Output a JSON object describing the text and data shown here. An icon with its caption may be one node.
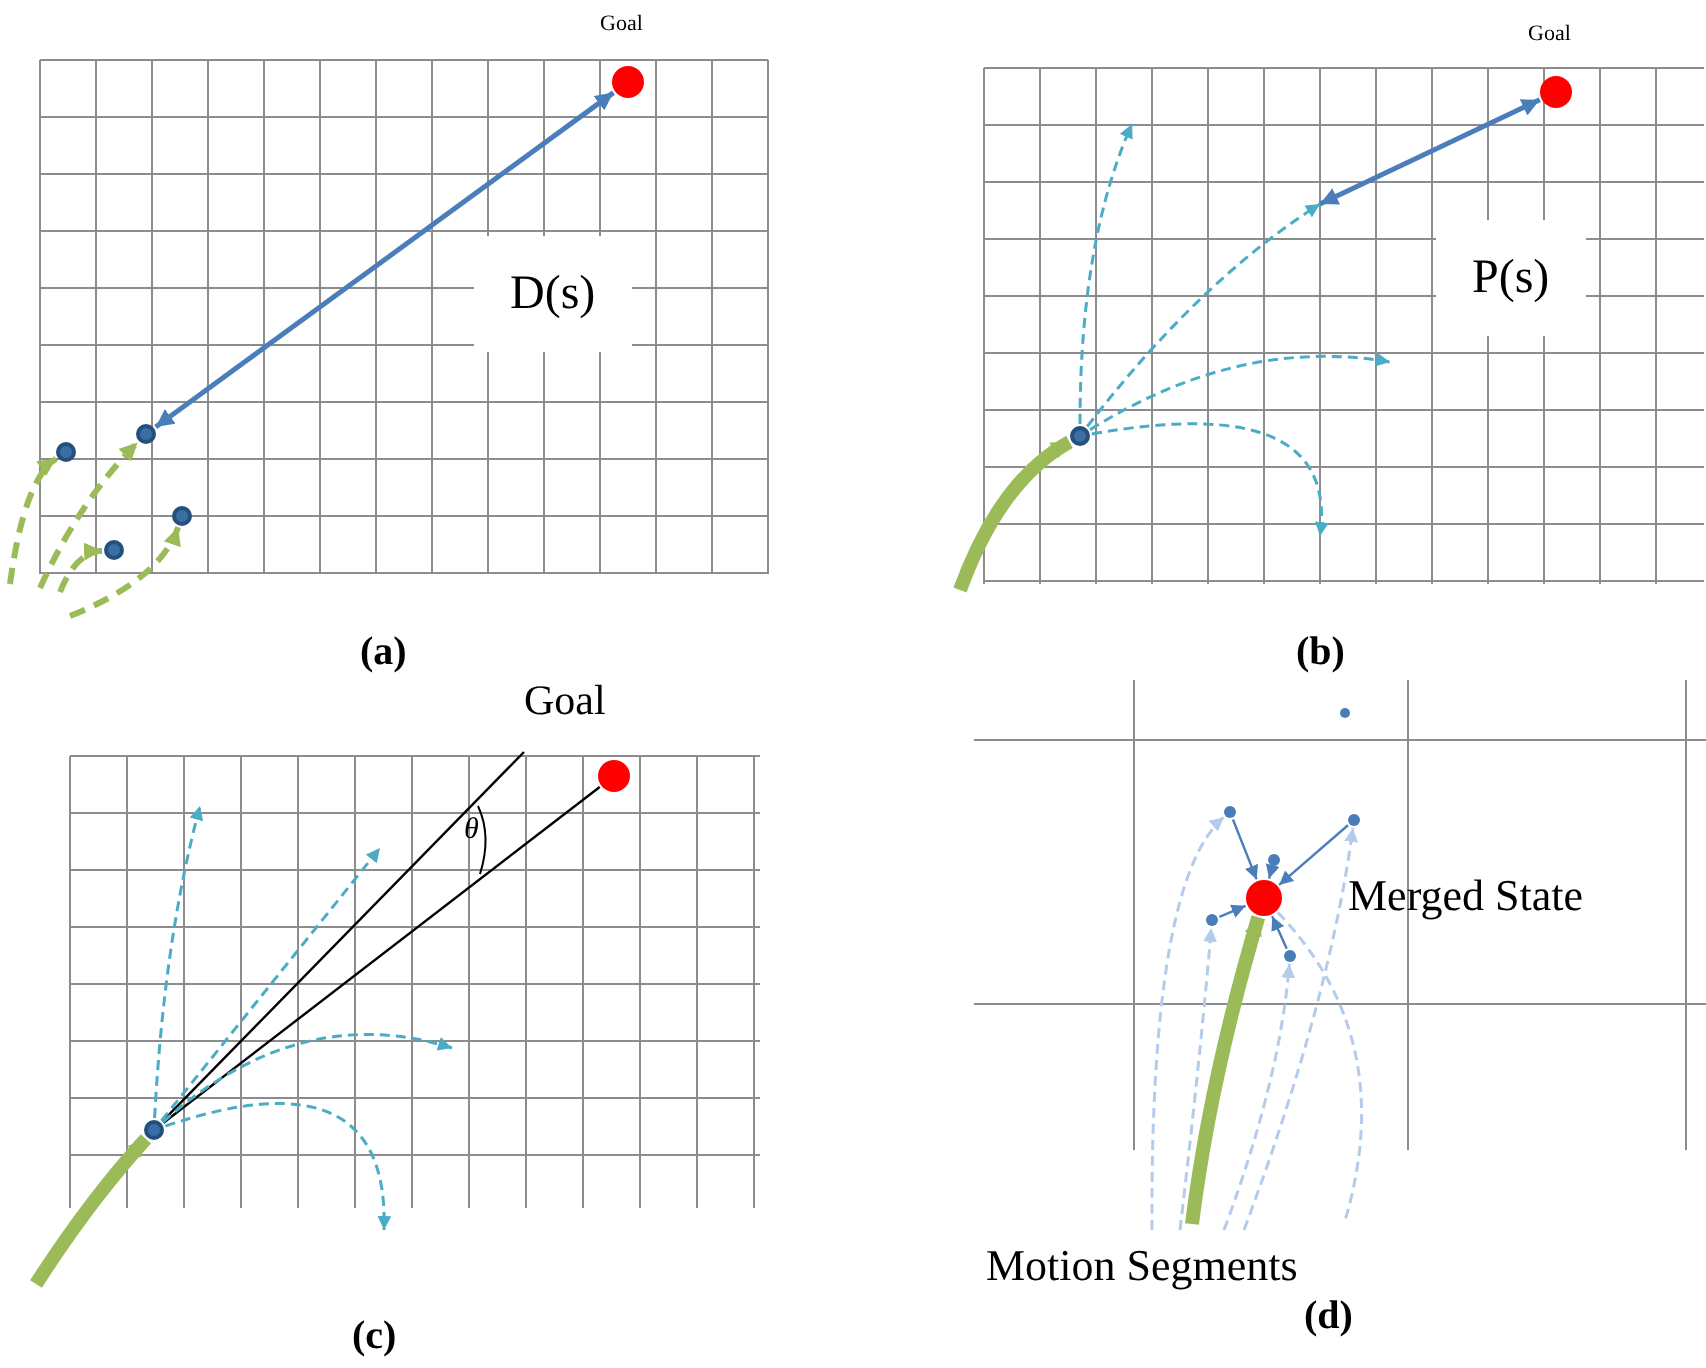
{
  "diagram": {
    "nodes": [
      {
        "text": [],
        "shape": "circle",
        "beside": [
          "Goal"
        ]
      },
      {
        "text": [],
        "shape": "circle"
      },
      {
        "text": [],
        "shape": "circle"
      },
      {
        "text": [],
        "shape": "circle"
      },
      {
        "text": [],
        "shape": "circle"
      },
      {
        "text": [],
        "shape": "circle",
        "beside": [
          "Goal"
        ]
      },
      {
        "text": [],
        "shape": "circle"
      },
      {
        "text": [],
        "shape": "circle",
        "beside": [
          "Goal"
        ]
      },
      {
        "text": [],
        "shape": "circle"
      },
      {
        "text": [],
        "shape": "circle",
        "beside": [
          "Merged State"
        ]
      },
      {
        "text": [],
        "shape": "circle"
      },
      {
        "text": [],
        "shape": "circle"
      },
      {
        "text": [],
        "shape": "circle"
      },
      {
        "text": [],
        "shape": "circle"
      },
      {
        "text": [],
        "shape": "circle"
      },
      {
        "text": [],
        "shape": "circle"
      }
    ],
    "edges": [
      {
        "from": 2,
        "to": 0,
        "arrow": "both",
        "color": "#4a7ebb"
      },
      {
        "from": null,
        "to": 1,
        "arrow": "to",
        "style": "dashed",
        "color": "#9bbb59"
      },
      {
        "from": null,
        "to": 2,
        "arrow": "to",
        "style": "dashed",
        "color": "#9bbb59"
      },
      {
        "from": null,
        "to": 3,
        "arrow": "to",
        "style": "dashed",
        "color": "#9bbb59"
      },
      {
        "from": null,
        "to": 4,
        "arrow": "to",
        "style": "dashed",
        "color": "#9bbb59"
      },
      {
        "from": null,
        "to": 5,
        "arrow": "both",
        "color": "#4a7ebb"
      },
      {
        "from": null,
        "to": 6,
        "arrow": "to",
        "style": "thick",
        "color": "#9bbb59"
      },
      {
        "from": 6,
        "to": null,
        "arrow": "to",
        "style": "dashed",
        "color": "#4bacc6"
      },
      {
        "from": 6,
        "to": null,
        "arrow": "to",
        "style": "dashed",
        "color": "#4bacc6"
      },
      {
        "from": 6,
        "to": null,
        "arrow": "to",
        "style": "dashed",
        "color": "#4bacc6"
      },
      {
        "from": 6,
        "to": null,
        "arrow": "to",
        "style": "dashed",
        "color": "#4bacc6"
      },
      {
        "from": null,
        "to": 8,
        "arrow": "to",
        "style": "thick",
        "color": "#9bbb59"
      },
      {
        "from": 8,
        "to": 7,
        "arrow": "none",
        "color": "#000000"
      },
      {
        "from": 8,
        "to": null,
        "arrow": "none",
        "color": "#000000"
      },
      {
        "from": 8,
        "to": null,
        "arrow": "to",
        "style": "dashed",
        "color": "#4bacc6"
      },
      {
        "from": 8,
        "to": null,
        "arrow": "to",
        "style": "dashed",
        "color": "#4bacc6"
      },
      {
        "from": 8,
        "to": null,
        "arrow": "to",
        "style": "dashed",
        "color": "#4bacc6"
      },
      {
        "from": 8,
        "to": null,
        "arrow": "to",
        "style": "dashed",
        "color": "#4bacc6"
      },
      {
        "from": null,
        "to": 9,
        "arrow": "to",
        "style": "thick",
        "color": "#9bbb59"
      },
      {
        "from": 10,
        "to": 9,
        "arrow": "to",
        "color": "#4a7ebb"
      },
      {
        "from": 11,
        "to": 9,
        "arrow": "to",
        "color": "#4a7ebb"
      },
      {
        "from": 12,
        "to": 9,
        "arrow": "to",
        "color": "#4a7ebb"
      },
      {
        "from": 13,
        "to": 9,
        "arrow": "to",
        "color": "#4a7ebb"
      },
      {
        "from": 14,
        "to": 9,
        "arrow": "to",
        "color": "#4a7ebb"
      },
      {
        "from": null,
        "to": 10,
        "arrow": "to",
        "style": "dashed",
        "color": "#b4cbeb"
      },
      {
        "from": null,
        "to": 13,
        "arrow": "to",
        "style": "dashed",
        "color": "#b4cbeb"
      },
      {
        "from": null,
        "to": 14,
        "arrow": "to",
        "style": "dashed",
        "color": "#b4cbeb"
      },
      {
        "from": null,
        "to": 11,
        "arrow": "to",
        "style": "dashed",
        "color": "#b4cbeb"
      },
      {
        "from": 9,
        "to": null,
        "arrow": "none",
        "style": "dashed",
        "color": "#b4cbeb"
      }
    ],
    "labels": [
      "D(s)",
      "(a)",
      "P(s)",
      "(b)",
      "θ",
      "(c)",
      "Motion Segments",
      "(d)"
    ]
  }
}
